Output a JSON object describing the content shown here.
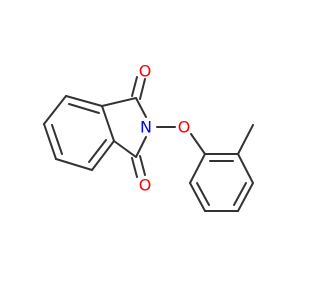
{
  "colors": {
    "bond": "#333333",
    "oxygen": "#ff0000",
    "nitrogen": "#0000ff",
    "background": "#ffffff"
  },
  "atoms": {
    "O1": "O",
    "N": "N",
    "O_ether": "O",
    "O2": "O"
  }
}
